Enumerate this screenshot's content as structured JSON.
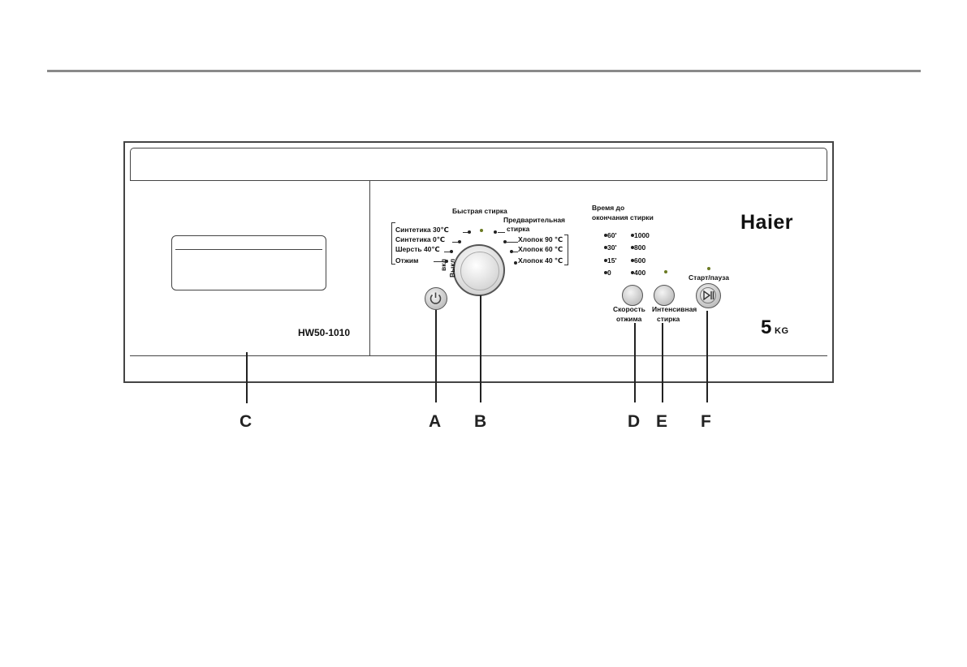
{
  "panel": {
    "model": "HW50-1010",
    "brand": "Haier",
    "capacity_number": "5",
    "capacity_unit": "KG"
  },
  "programs": {
    "top": "Быстрая стирка",
    "top_right": "Предварительная",
    "top_right_2": "стирка",
    "left": [
      "Синтетика 30℃",
      "Синтетика 0℃",
      "Шерсть 40℃",
      "Отжим"
    ],
    "right": [
      "Хлопок 90 ℃",
      "Хлопок 60 ℃",
      "Хлопок 40 ℃"
    ]
  },
  "power": {
    "label_on": "вкл",
    "label_off": "Выкл"
  },
  "time_display": {
    "title_1": "Время до",
    "title_2": "окончания стирки",
    "times": [
      "60'",
      "30'",
      "15'",
      "0"
    ],
    "speeds": [
      "1000",
      "800",
      "600",
      "400"
    ]
  },
  "buttons": {
    "spin_label_1": "Скорость",
    "spin_label_2": "отжима",
    "intensive_label_1": "Интенсивная",
    "intensive_label_2": "стирка",
    "start_label": "Старт/пауза"
  },
  "callouts": [
    "C",
    "A",
    "B",
    "D",
    "E",
    "F"
  ]
}
